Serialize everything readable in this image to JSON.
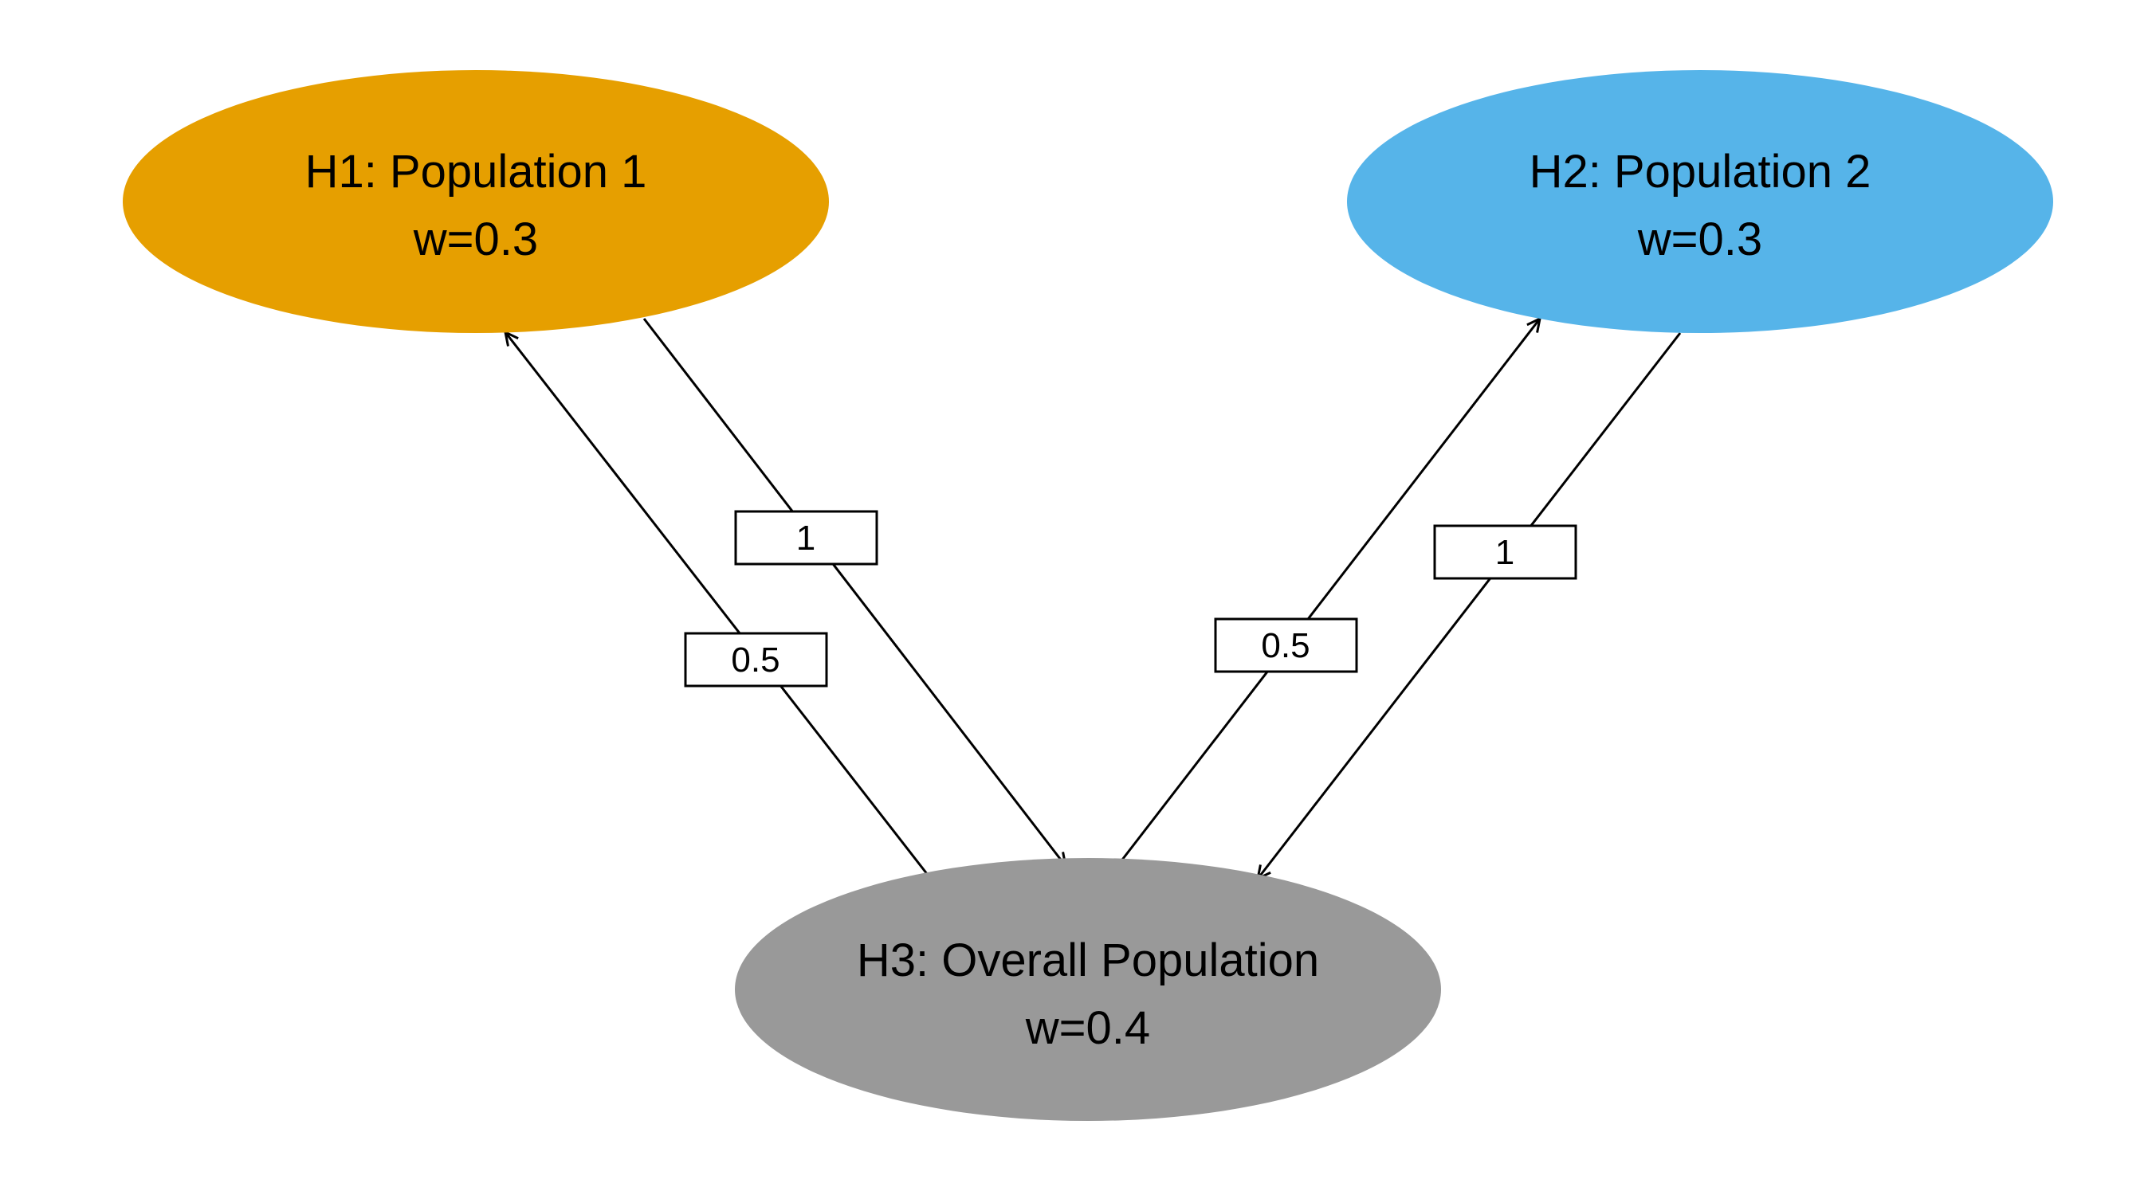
{
  "nodes": [
    {
      "id": "H1",
      "name": "H1: Population 1",
      "weight": "w=0.3",
      "color": "#E69F00"
    },
    {
      "id": "H2",
      "name": "H2: Population 2",
      "weight": "w=0.3",
      "color": "#56B4E9"
    },
    {
      "id": "H3",
      "name": "H3: Overall Population",
      "weight": "w=0.4",
      "color": "#999999"
    }
  ],
  "edges": [
    {
      "from": "H1",
      "to": "H3",
      "label": "1"
    },
    {
      "from": "H3",
      "to": "H1",
      "label": "0.5"
    },
    {
      "from": "H2",
      "to": "H3",
      "label": "1"
    },
    {
      "from": "H3",
      "to": "H2",
      "label": "0.5"
    }
  ]
}
